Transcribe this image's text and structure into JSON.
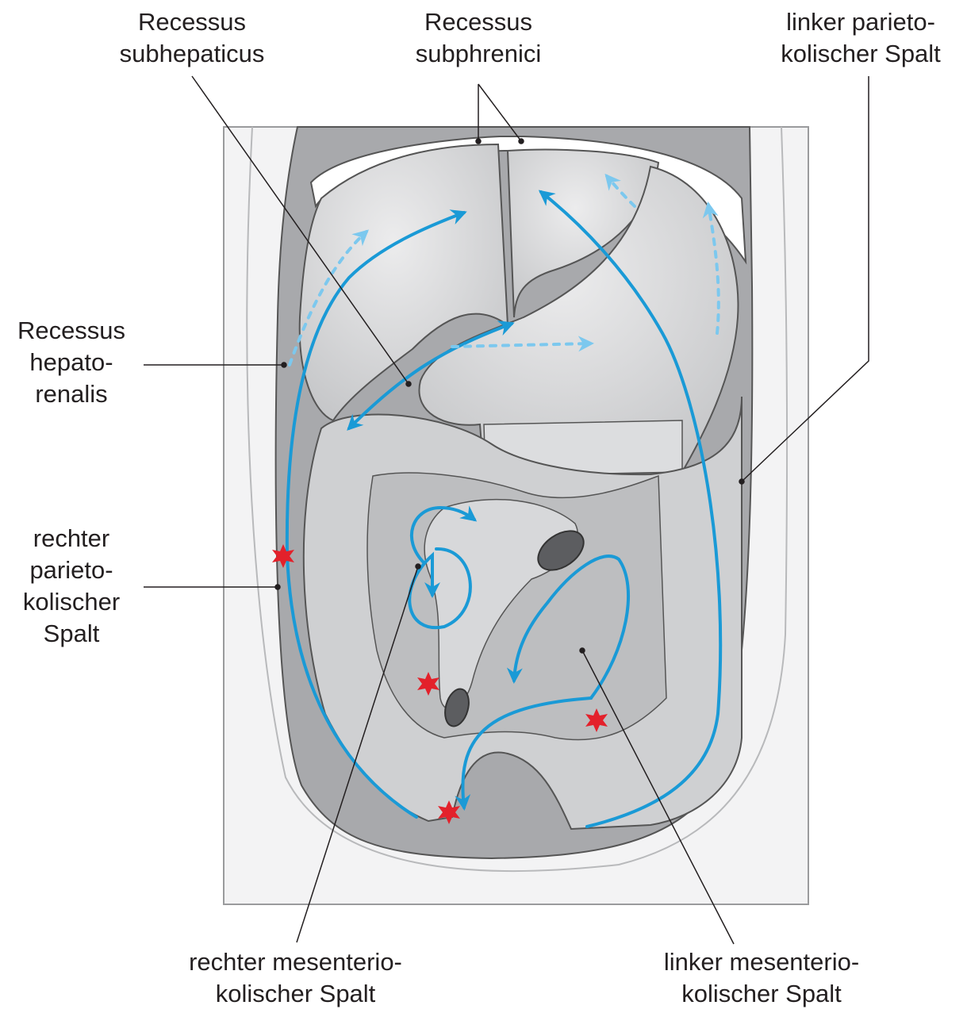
{
  "labels": {
    "recessus_subhepaticus": {
      "line1": "Recessus",
      "line2": "subhepaticus"
    },
    "recessus_subphrenici": {
      "line1": "Recessus",
      "line2": "subphrenici"
    },
    "linker_parietokolischer_spalt": {
      "line1": "linker parieto-",
      "line2": "kolischer Spalt"
    },
    "recessus_hepatorenalis": {
      "line1": "Recessus",
      "line2": "hepato-",
      "line3": "renalis"
    },
    "rechter_parietokolischer_spalt": {
      "line1": "rechter",
      "line2": "parieto-",
      "line3": "kolischer",
      "line4": "Spalt"
    },
    "rechter_mesenteriokolischer_spalt": {
      "line1": "rechter mesenterio-",
      "line2": "kolischer Spalt"
    },
    "linker_mesenteriokolischer_spalt": {
      "line1": "linker mesenterio-",
      "line2": "kolischer Spalt"
    }
  },
  "colors": {
    "flow_arrow": "#1a9ad6",
    "flow_arrow_dashed": "#7cc8ee",
    "focus_star": "#e3212b",
    "leader_line": "#231f20",
    "organ_fill": "#d2d3d5",
    "cavity_dark": "#8e9093",
    "body_outline": "#ededee"
  },
  "icons": [
    "arrow-icon",
    "star-icon"
  ]
}
